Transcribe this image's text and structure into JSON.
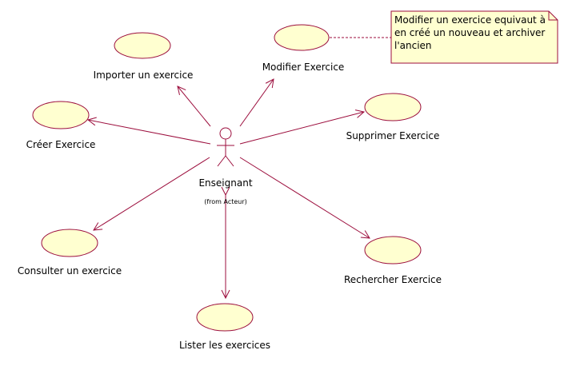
{
  "colors": {
    "line": "#9c0e3d",
    "ellipse_fill": "#ffffd0",
    "ellipse_stroke": "#9c0e3d",
    "note_fill": "#ffffd0",
    "note_stroke": "#9c0e3d"
  },
  "actor": {
    "name": "Enseignant",
    "package": "(from Acteur)"
  },
  "use_cases": {
    "importer": "Importer un exercice",
    "modifier": "Modifier Exercice",
    "creer": "Créer Exercice",
    "supprimer": "Supprimer Exercice",
    "consulter": "Consulter un exercice",
    "rechercher": "Rechercher Exercice",
    "lister": "Lister les exercices"
  },
  "note": {
    "text": "Modifier un exercice equivaut à en créé un nouveau et archiver l'ancien"
  }
}
